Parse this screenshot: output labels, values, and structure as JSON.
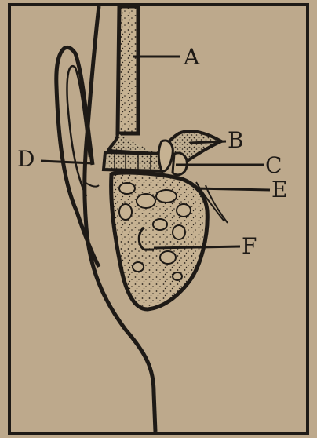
{
  "figure": {
    "labels": {
      "a": "A",
      "b": "B",
      "c": "C",
      "d": "D",
      "e": "E",
      "f": "F"
    },
    "colors": {
      "paper": "#bda98c",
      "ink": "#1e1a16",
      "stipple_fill": "#c9b595"
    }
  }
}
